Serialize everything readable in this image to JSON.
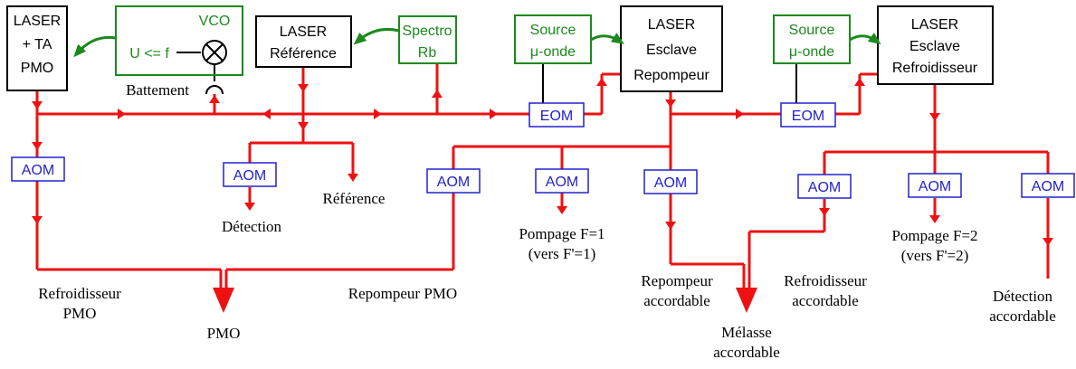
{
  "colors": {
    "beam": "#ee1111",
    "green": "#1b8a1b",
    "blue": "#2222cc",
    "black": "#000000"
  },
  "boxes": {
    "laser_pmo": [
      "LASER",
      "+ TA",
      "PMO"
    ],
    "vco_label": "VCO",
    "servo_label": "U <= f",
    "battement": "Battement",
    "laser_reference": [
      "LASER",
      "Référence"
    ],
    "spectro": [
      "Spectro",
      "Rb"
    ],
    "source1": [
      "Source",
      "μ-onde"
    ],
    "laser_repompeur": [
      "LASER",
      "Esclave",
      "Repompeur"
    ],
    "source2": [
      "Source",
      "μ-onde"
    ],
    "laser_refroidisseur": [
      "LASER",
      "Esclave",
      "Refroidisseur"
    ],
    "eom": "EOM",
    "aom": "AOM"
  },
  "outputs": {
    "detection": "Détection",
    "reference": "Référence",
    "refroidisseur_pmo": [
      "Refroidisseur",
      "PMO"
    ],
    "pmo": "PMO",
    "repompeur_pmo": "Repompeur PMO",
    "pompage_f1": [
      "Pompage F=1",
      "(vers F'=1)"
    ],
    "repompeur_acc": [
      "Repompeur",
      "accordable"
    ],
    "melasse_acc": [
      "Mélasse",
      "accordable"
    ],
    "refroidisseur_acc": [
      "Refroidisseur",
      "accordable"
    ],
    "pompage_f2": [
      "Pompage F=2",
      "(vers F'=2)"
    ],
    "detection_acc": [
      "Détection",
      "accordable"
    ]
  }
}
